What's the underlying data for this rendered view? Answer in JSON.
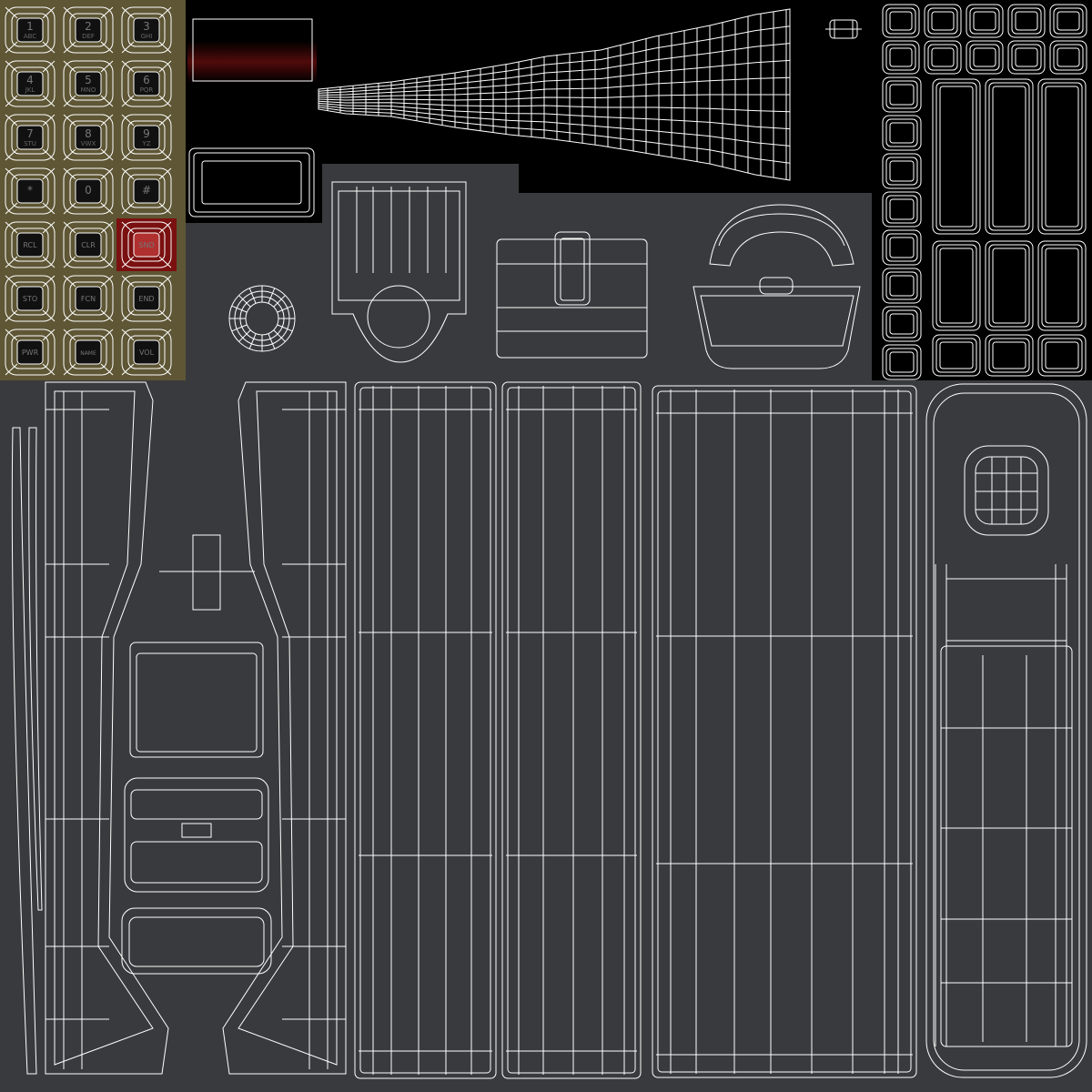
{
  "keypad": {
    "panel_color": "#5e5634",
    "send_color": "#7a1010",
    "keys": [
      {
        "num": "1",
        "letters": "ABC"
      },
      {
        "num": "2",
        "letters": "DEF"
      },
      {
        "num": "3",
        "letters": "GHI"
      },
      {
        "num": "4",
        "letters": "JKL"
      },
      {
        "num": "5",
        "letters": "MNO"
      },
      {
        "num": "6",
        "letters": "PQR"
      },
      {
        "num": "7",
        "letters": "STU"
      },
      {
        "num": "8",
        "letters": "VWX"
      },
      {
        "num": "9",
        "letters": "YZ"
      },
      {
        "num": "*",
        "letters": ""
      },
      {
        "num": "0",
        "letters": ""
      },
      {
        "num": "#",
        "letters": ""
      },
      {
        "num": "RCL",
        "letters": ""
      },
      {
        "num": "CLR",
        "letters": ""
      },
      {
        "num": "SND",
        "letters": "",
        "highlight": true
      },
      {
        "num": "STO",
        "letters": ""
      },
      {
        "num": "FCN",
        "letters": ""
      },
      {
        "num": "END",
        "letters": ""
      },
      {
        "num": "PWR",
        "letters": ""
      },
      {
        "num": "NAME",
        "letters": ""
      },
      {
        "num": "VOL",
        "letters": ""
      }
    ]
  },
  "colors": {
    "background": "#000000",
    "uv_shell_fill": "#393a3d",
    "wireframe": "#ffffff",
    "display_glow": "#5a0b0b"
  }
}
